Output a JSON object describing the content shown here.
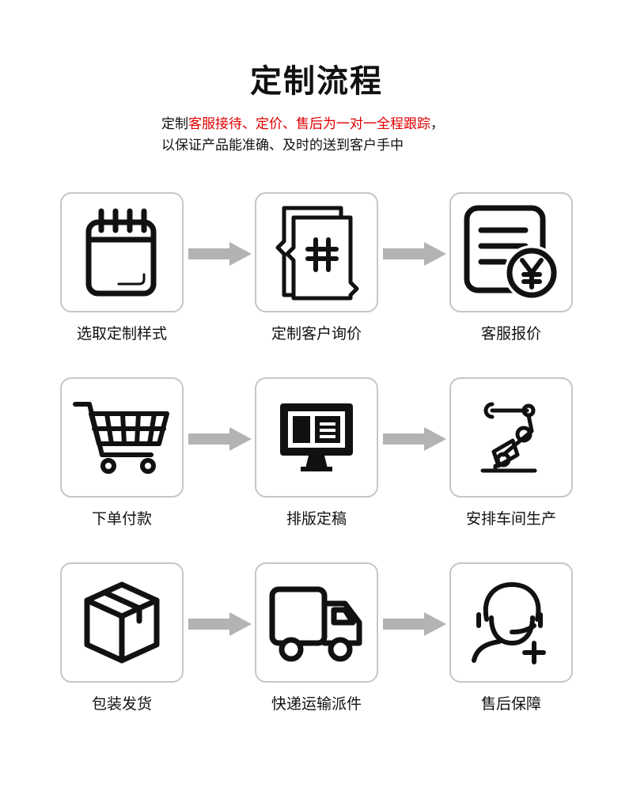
{
  "title": "定制流程",
  "intro": {
    "line1_prefix": "定制",
    "line1_highlight": "客服接待、定价、售后为一对一全程跟踪",
    "line1_suffix": "，",
    "line2": "以保证产品能准确、及时的送到客户手中"
  },
  "colors": {
    "highlight": "#e10000",
    "arrow": "#b3b3b3",
    "card_border": "#c6c6c6"
  },
  "steps": [
    {
      "label": "选取定制样式",
      "icon": "notepad-icon"
    },
    {
      "label": "定制客户询价",
      "icon": "price-document-icon"
    },
    {
      "label": "客服报价",
      "icon": "invoice-yen-icon"
    },
    {
      "label": "下单付款",
      "icon": "shopping-cart-icon"
    },
    {
      "label": "排版定稿",
      "icon": "monitor-layout-icon"
    },
    {
      "label": "安排车间生产",
      "icon": "robot-arm-icon"
    },
    {
      "label": "包装发货",
      "icon": "package-box-icon"
    },
    {
      "label": "快递运输派件",
      "icon": "delivery-truck-icon"
    },
    {
      "label": "售后保障",
      "icon": "customer-service-icon"
    }
  ]
}
